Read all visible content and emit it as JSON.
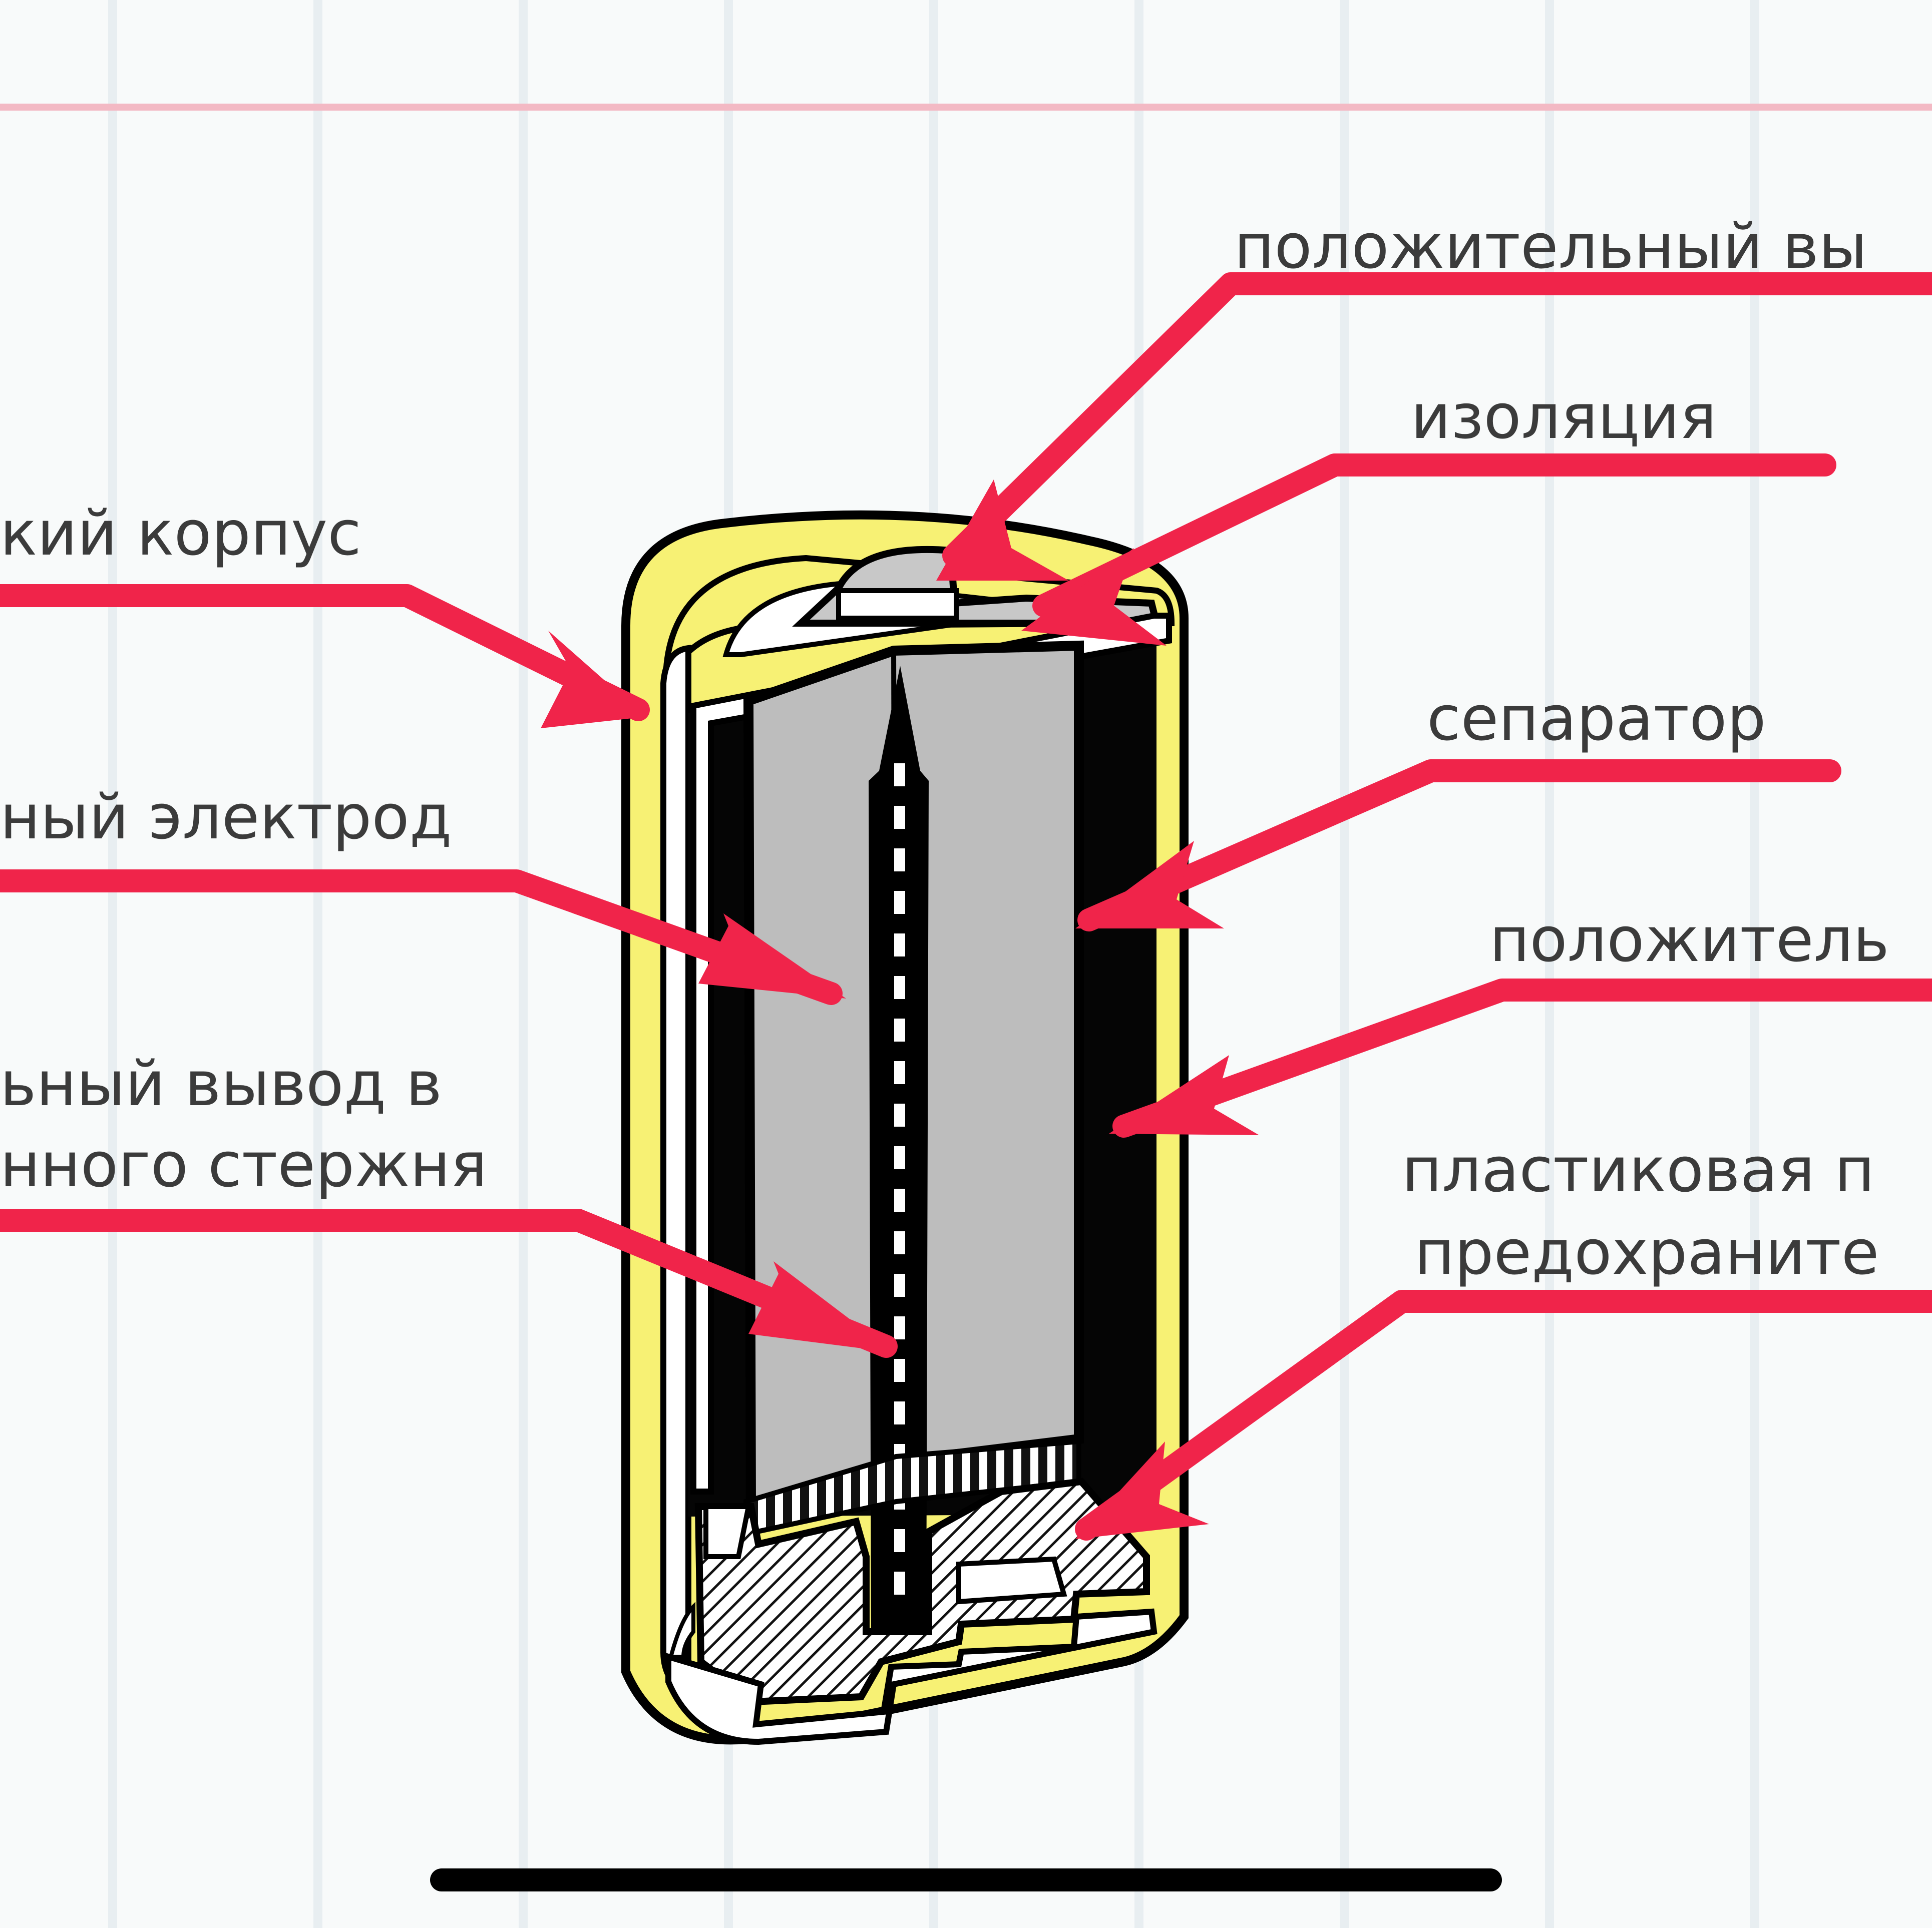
{
  "diagram": {
    "labels_left": {
      "case": "кий корпус",
      "negative_electrode": "ный электрод",
      "negative_terminal_line1": "ьный вывод в",
      "negative_terminal_line2": "нного стержня"
    },
    "labels_right": {
      "positive_terminal": "положительный вы",
      "insulation": "изоляция",
      "separator": "сепаратор",
      "positive_electrode": "положитель",
      "plastic_seal_line1": "пластиковая п",
      "plastic_seal_line2": "предохраните"
    }
  },
  "colors": {
    "background": "#f8fafa",
    "grid_line": "#e7eef1",
    "margin_line": "#f2b3bf",
    "arrow": "#f0244a",
    "case_yellow": "#f7ef7a",
    "electrode_gray": "#c0c0c0",
    "separator_black": "#000000",
    "label_text": "#3b3b3b"
  },
  "system": {
    "home_indicator": "home-indicator"
  }
}
